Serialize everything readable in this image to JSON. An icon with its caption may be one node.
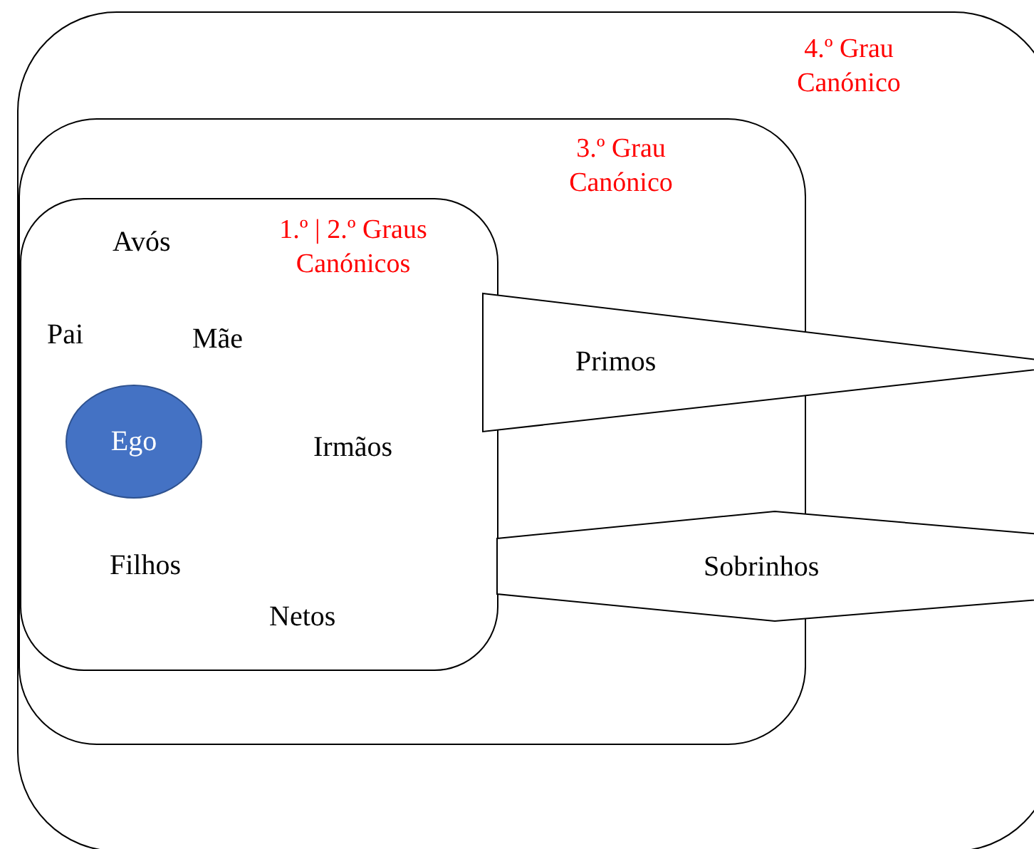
{
  "diagram": {
    "nodes": [
      {
        "text": [
          "4.º Grau Canónico"
        ]
      },
      {
        "text": [
          "3.º Grau Canónico"
        ],
        "in": 0
      },
      {
        "text": [
          "Avós",
          "1.º | 2.º Graus Canónicos",
          "Pai",
          "Mãe",
          "Irmãos",
          "Filhos",
          "Netos"
        ],
        "in": 1
      },
      {
        "text": [
          "Ego"
        ],
        "in": 2
      },
      {
        "text": [
          "Primos"
        ],
        "in": 0
      },
      {
        "text": [
          "Sobrinhos"
        ],
        "in": 0
      }
    ],
    "edges": []
  }
}
